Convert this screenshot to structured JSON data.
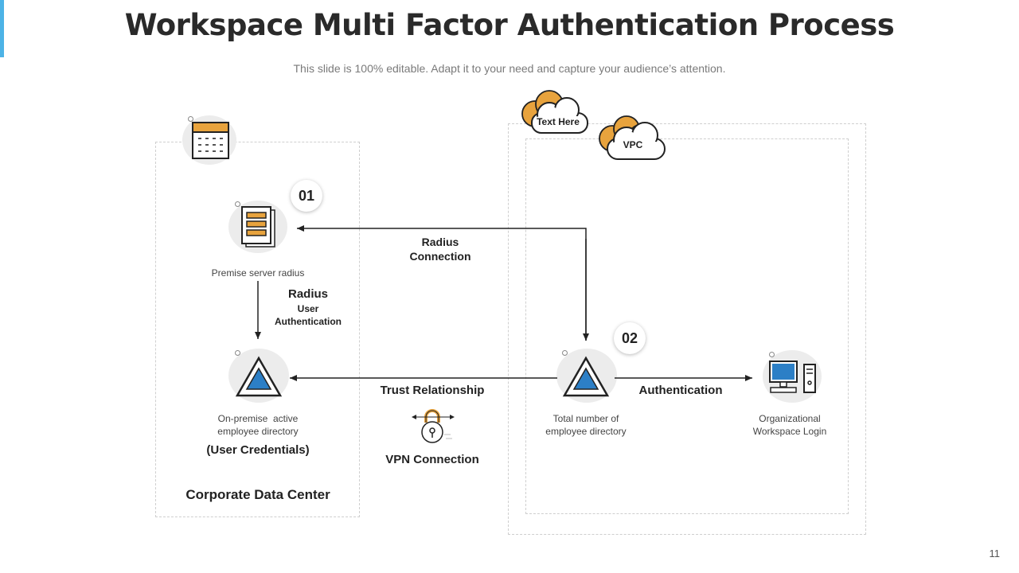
{
  "slide": {
    "title": "Workspace Multi Factor Authentication Process",
    "subtitle": "This slide is 100% editable. Adapt it to your need and capture your audience’s attention.",
    "page_number": "11"
  },
  "colors": {
    "accent_bar": "#4db3e6",
    "orange": "#e8a33d",
    "blue": "#2c7fc6",
    "arrow": "#222222"
  },
  "clouds": {
    "text_here": "Text Here",
    "vpc": "VPC"
  },
  "badges": {
    "step1": "01",
    "step2": "02"
  },
  "nodes": {
    "premise_server": {
      "label": "Premise server radius",
      "icon": "document-stack-icon"
    },
    "onprem_directory": {
      "label_line1": "On-premise  active",
      "label_line2": "employee directory",
      "note": "(User Credentials)",
      "icon": "triangle-directory-icon"
    },
    "total_directory": {
      "label_line1": "Total number of",
      "label_line2": "employee directory",
      "icon": "triangle-directory-icon"
    },
    "workspace_login": {
      "label_line1": "Organizational",
      "label_line2": "Workspace Login",
      "icon": "desktop-computer-icon"
    },
    "calendar": {
      "icon": "calendar-icon"
    },
    "vpn": {
      "icon": "padlock-icon"
    }
  },
  "connections": {
    "radius_connection_line1": "Radius",
    "radius_connection_line2": "Connection",
    "radius_auth_line1": "Radius",
    "radius_auth_line2": "User",
    "radius_auth_line3": "Authentication",
    "trust_relationship": "Trust Relationship",
    "authentication": "Authentication",
    "vpn_connection": "VPN Connection"
  },
  "regions": {
    "corporate_data_center": "Corporate Data Center"
  }
}
